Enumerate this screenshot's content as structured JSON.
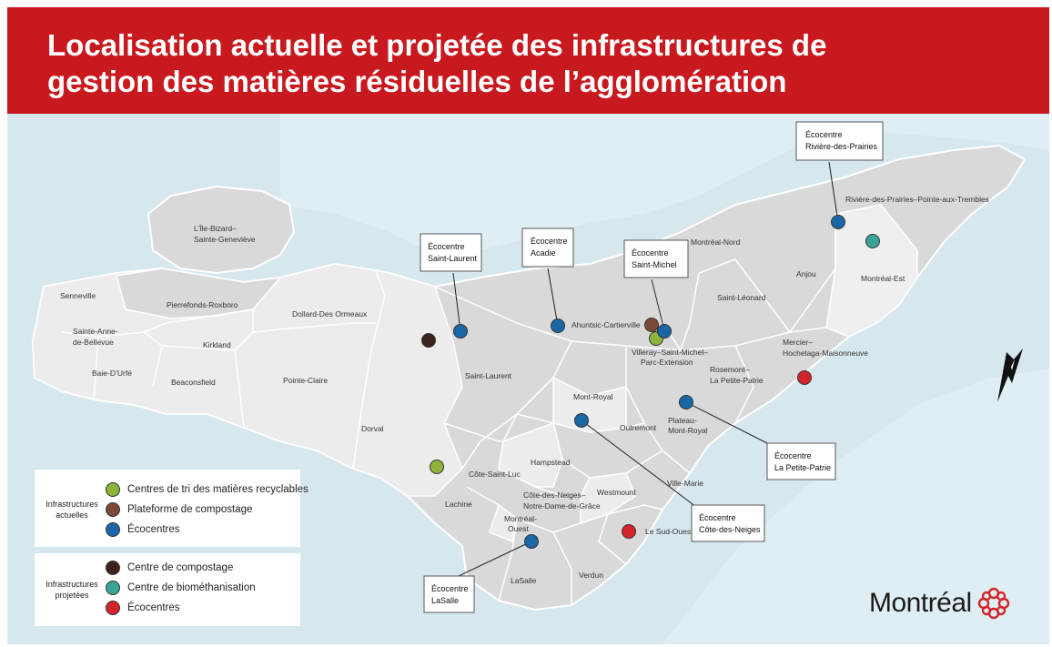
{
  "title": {
    "line1": "Localisation actuelle et projetée des infrastructures de",
    "line2": "gestion des matières résiduelles de l’agglomération"
  },
  "colors": {
    "header": "#c8191f",
    "water": "#d6e8ee",
    "tri": "#8db33a",
    "plateforme": "#7b4a35",
    "ecocentre_actuel": "#1b66a6",
    "compostage": "#3a241c",
    "biomethanisation": "#3aa597",
    "ecocentre_projete": "#d4242a"
  },
  "districts": {
    "ile_bizard": [
      "L’Île-Bizard–",
      "Sainte-Geneviève"
    ],
    "senneville": "Senneville",
    "pierrefonds": "Pierrefonds-Roxboro",
    "dollard": "Dollard-Des Ormeaux",
    "sainte_anne": [
      "Sainte-Anne-",
      "de-Bellevue"
    ],
    "kirkland": "Kirkland",
    "baie_durfe": "Baie-D’Urfé",
    "beaconsfield": "Beaconsfield",
    "pointe_claire": "Pointe-Claire",
    "dorval": "Dorval",
    "saint_laurent": "Saint-Laurent",
    "ahuntsic": "Ahuntsic-Cartierville",
    "montreal_nord": "Montréal-Nord",
    "villeray": [
      "Villeray–Saint-Michel–",
      "Parc-Extension"
    ],
    "saint_leonard": "Saint-Léonard",
    "anjou": "Anjou",
    "montreal_est": "Montréal-Est",
    "rdp": "Rivière-des-Prairies–Pointe-aux-Trembles",
    "mercier": [
      "Mercier–",
      "Hochelaga-Maisonneuve"
    ],
    "rosemont": [
      "Rosemont–",
      "La Petite-Patrie"
    ],
    "mont_royal": "Mont-Royal",
    "outremont": "Outremont",
    "plateau": [
      "Plateau-",
      "Mont-Royal"
    ],
    "hampstead": "Hampstead",
    "cote_saint_luc": "Côte-Saint-Luc",
    "cdn": [
      "Côte-des-Neiges–",
      "Notre-Dame-de-Grâce"
    ],
    "westmount": "Westmount",
    "ville_marie": "Ville-Marie",
    "lachine": "Lachine",
    "montreal_ouest": [
      "Montréal-",
      "Ouest"
    ],
    "sud_ouest": "Le Sud-Ouest",
    "lasalle": "LaSalle",
    "verdun": "Verdun"
  },
  "callouts": {
    "rdp": [
      "Écocentre",
      "Rivière-des-Prairies"
    ],
    "saint_laurent": [
      "Écocentre",
      "Saint-Laurent"
    ],
    "acadie": [
      "Écocentre",
      "Acadie"
    ],
    "saint_michel": [
      "Écocentre",
      "Saint-Michel"
    ],
    "petite_patrie": [
      "Écocentre",
      "La Petite-Patrie"
    ],
    "cote_des_neiges": [
      "Écocentre",
      "Côte-des-Neiges"
    ],
    "lasalle": [
      "Écocentre",
      "LaSalle"
    ]
  },
  "legend": {
    "actuelles": {
      "group": [
        "Infrastructures",
        "actuelles"
      ],
      "items": [
        "Centres de tri des matières recyclables",
        "Plateforme de compostage",
        "Écocentres"
      ]
    },
    "projetees": {
      "group": [
        "Infrastructures",
        "projetées"
      ],
      "items": [
        "Centre de compostage",
        "Centre de biométhanisation",
        "Écocentres"
      ]
    }
  },
  "logo": {
    "text": "Montréal"
  }
}
